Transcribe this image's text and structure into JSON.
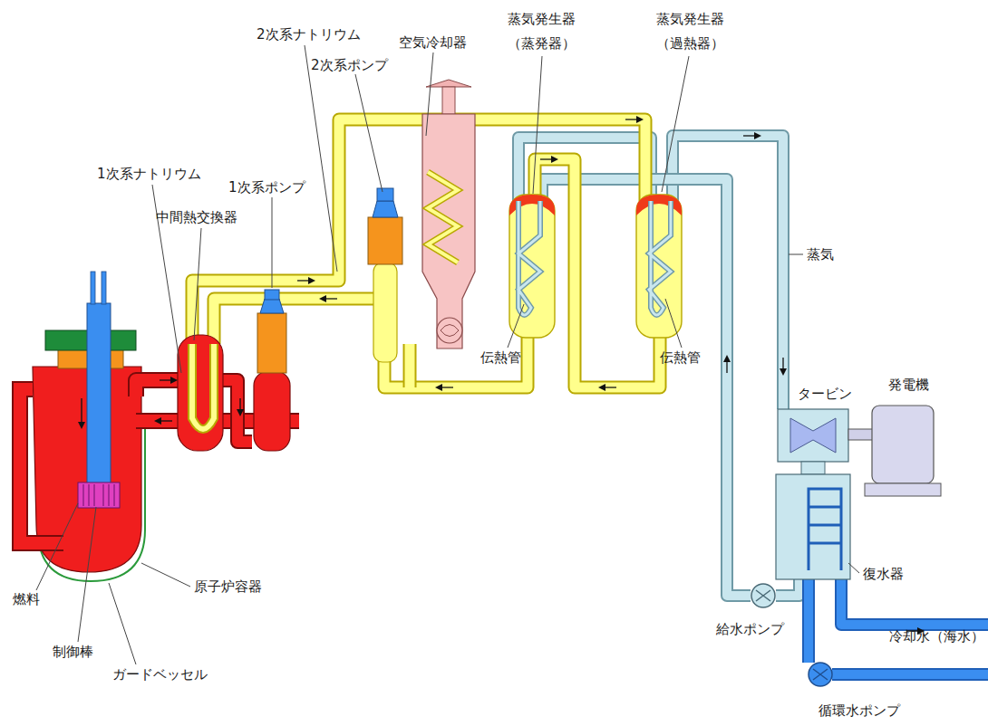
{
  "diagram": {
    "labels": [
      "2次系ナトリウム",
      "空気冷却器",
      "蒸気発生器 （蒸発器）",
      "蒸気発生器 （過熱器）",
      "2次系ポンプ",
      "1次系ナトリウム",
      "1次系ポンプ",
      "中間熱交換器",
      "蒸気",
      "伝熱管",
      "伝熱管",
      "タービン",
      "発電機",
      "燃料",
      "原子炉容器",
      "復水器",
      "給水ポンプ",
      "冷却水（海水）",
      "制御棒",
      "ガードベッセル",
      "循環水ポンプ"
    ]
  }
}
